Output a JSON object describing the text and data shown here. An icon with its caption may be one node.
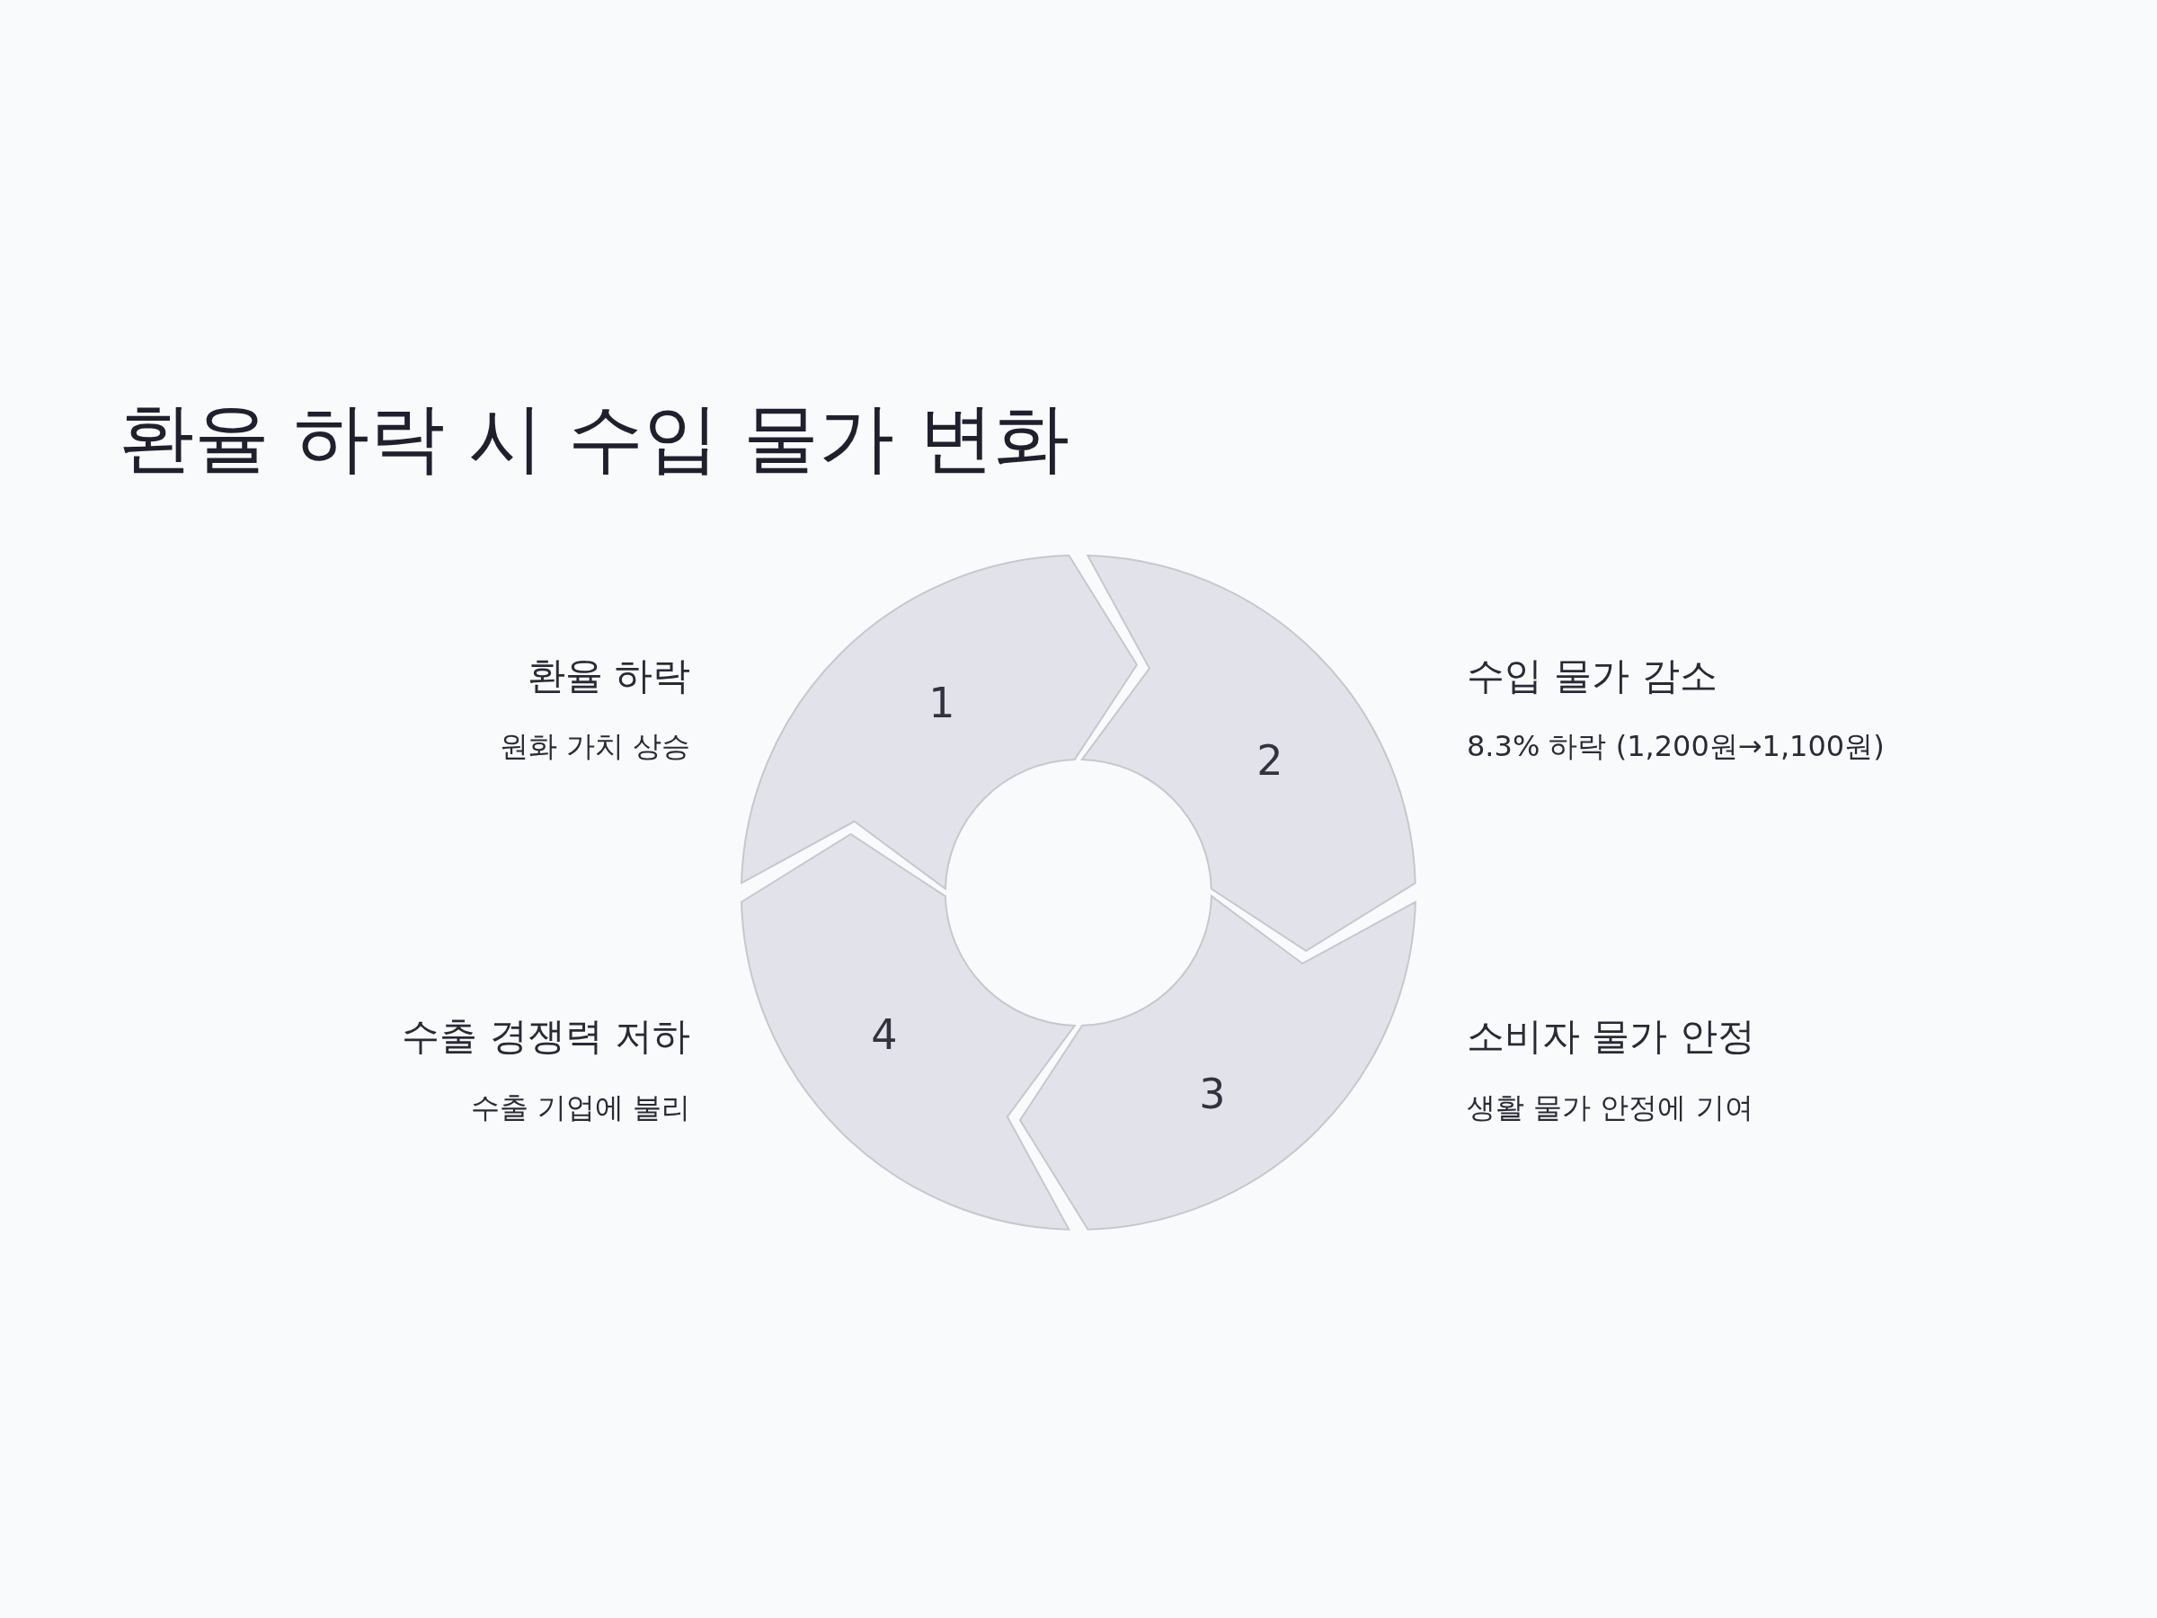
{
  "diagram": {
    "title": "환율 하락 시 수입 물가 변화",
    "nodes": [
      {
        "text": [
          "1"
        ],
        "beside": [
          "환율 하락",
          "원화 가치 상승"
        ]
      },
      {
        "text": [
          "2"
        ],
        "beside": [
          "수입 물가 감소",
          "8.3% 하락 (1,200원→1,100원)"
        ]
      },
      {
        "text": [
          "3"
        ],
        "beside": [
          "소비자 물가 안정",
          "생활 물가 안정에 기여"
        ]
      },
      {
        "text": [
          "4"
        ],
        "beside": [
          "수출 경쟁력 저하",
          "수출 기업에 불리"
        ]
      }
    ]
  }
}
